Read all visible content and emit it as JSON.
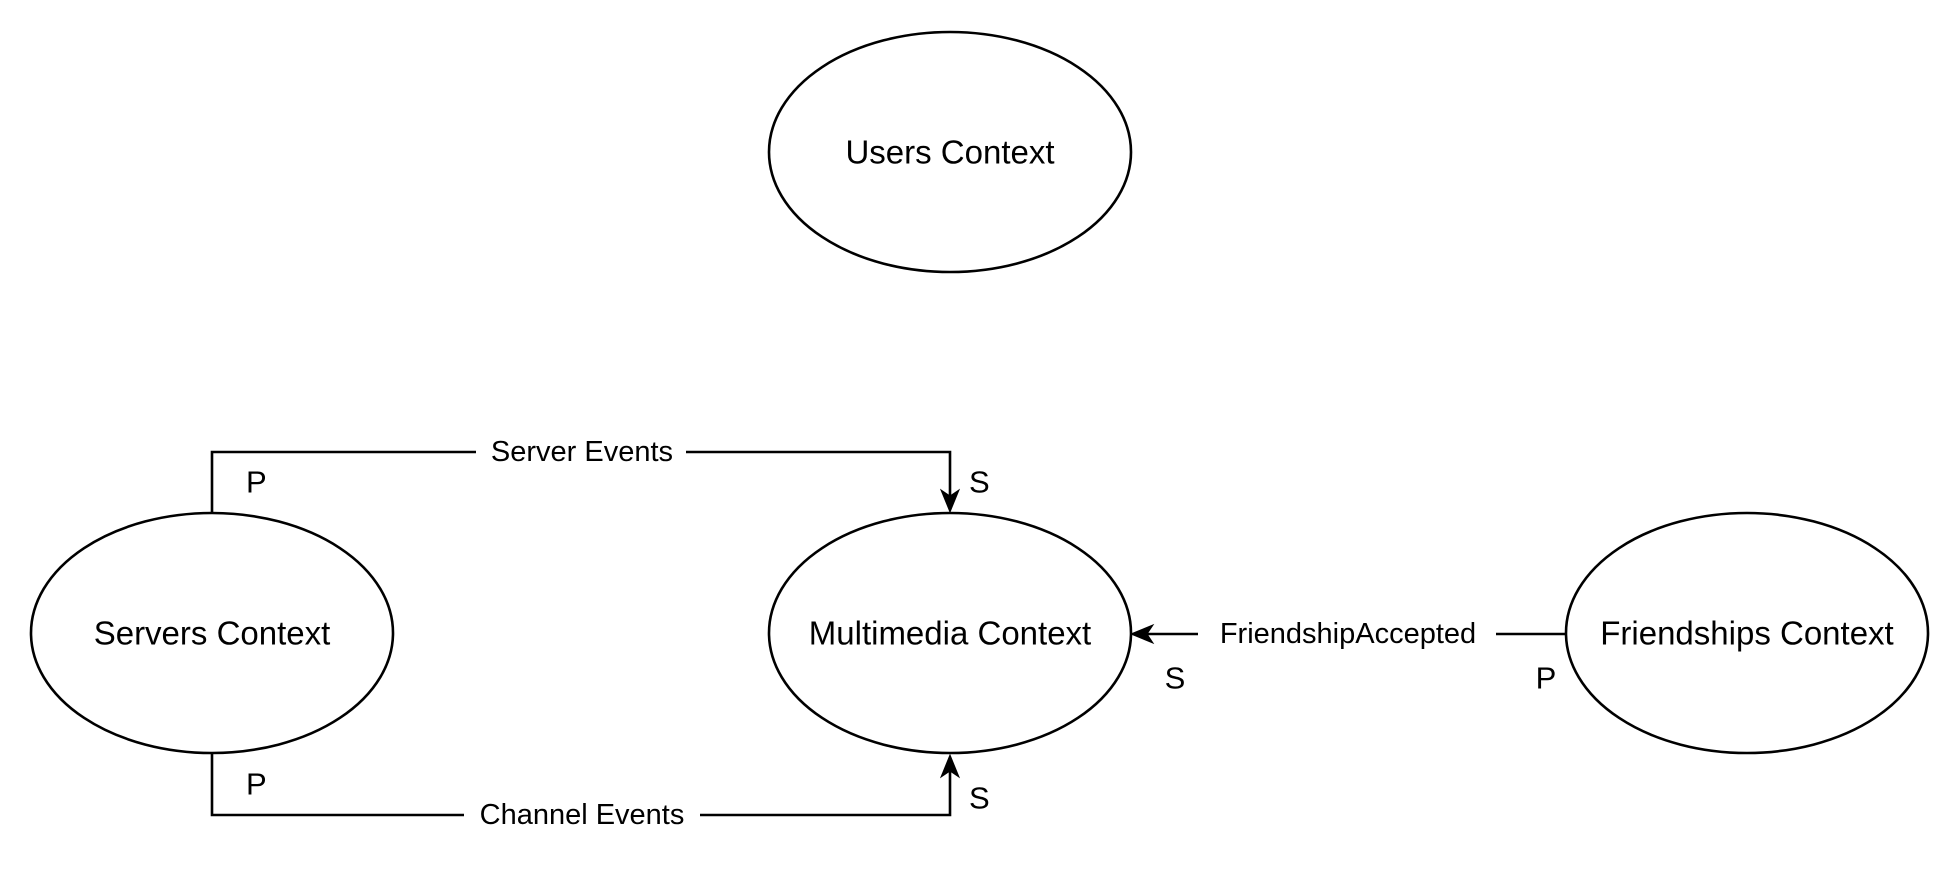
{
  "diagram": {
    "background": "#ffffff",
    "line_color": "#000000",
    "nodes": {
      "users": {
        "label": "Users Context"
      },
      "servers": {
        "label": "Servers Context"
      },
      "multimedia": {
        "label": "Multimedia Context"
      },
      "friendships": {
        "label": "Friendships Context"
      }
    },
    "edges": {
      "server_events": {
        "label": "Server Events",
        "from": "Servers Context",
        "to": "Multimedia Context",
        "source_role": "P",
        "target_role": "S"
      },
      "channel_events": {
        "label": "Channel Events",
        "from": "Servers Context",
        "to": "Multimedia Context",
        "source_role": "P",
        "target_role": "S"
      },
      "friendship_accepted": {
        "label": "FriendshipAccepted",
        "from": "Friendships Context",
        "to": "Multimedia Context",
        "source_role": "P",
        "target_role": "S"
      }
    }
  }
}
